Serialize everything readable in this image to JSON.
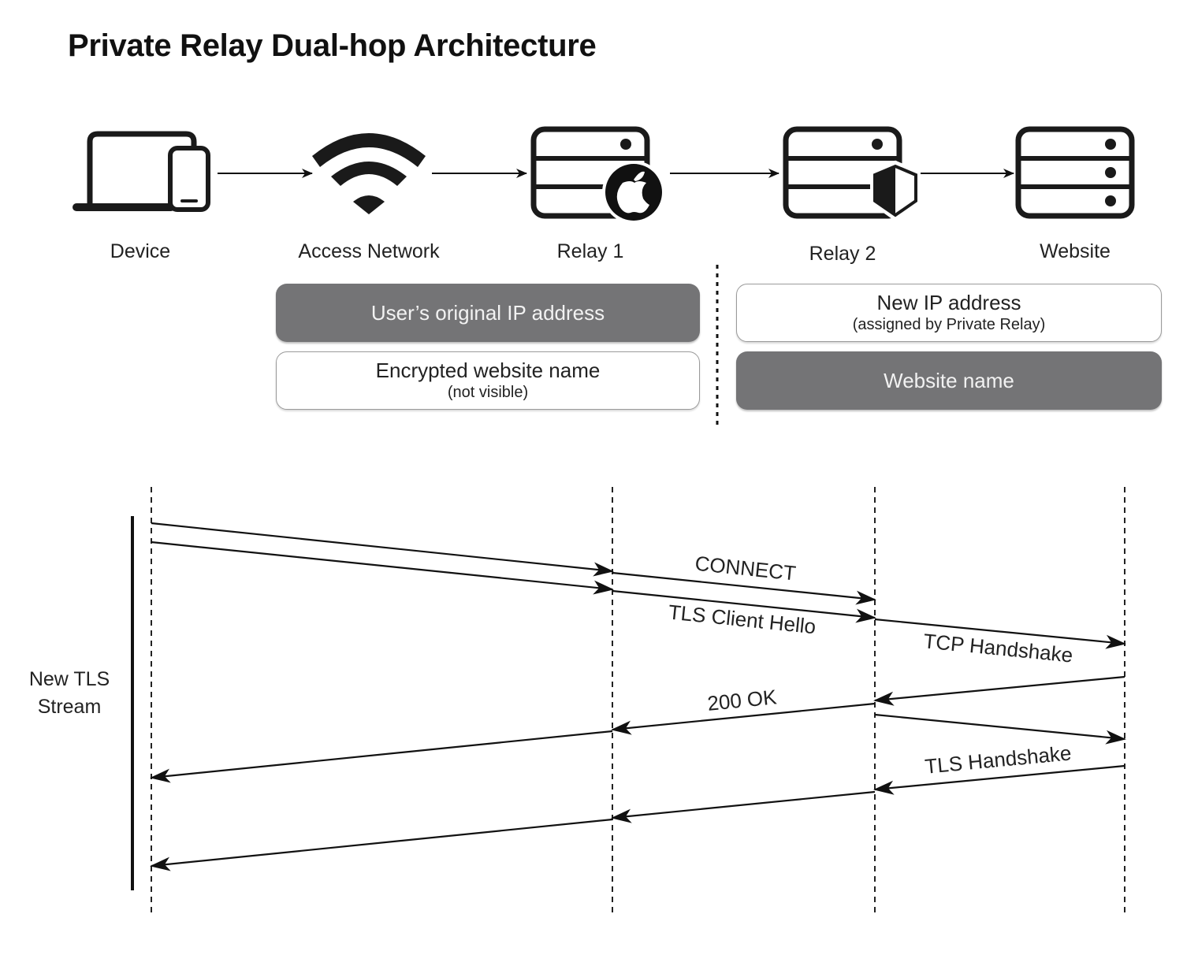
{
  "title": "Private Relay Dual-hop Architecture",
  "nodes": [
    {
      "label": "Device",
      "icon": "laptop-phone-icon"
    },
    {
      "label": "Access Network",
      "icon": "wifi-icon"
    },
    {
      "label": "Relay 1",
      "icon": "server-apple-icon"
    },
    {
      "label": "Relay 2",
      "icon": "server-shield-icon"
    },
    {
      "label": "Website",
      "icon": "server-icon"
    }
  ],
  "visibility": {
    "left": {
      "top": {
        "main": "User’s original IP address",
        "sub": "",
        "style": "dark"
      },
      "bottom": {
        "main": "Encrypted website name",
        "sub": "(not visible)",
        "style": "light"
      }
    },
    "right": {
      "top": {
        "main": "New IP address",
        "sub": "(assigned by Private Relay)",
        "style": "light"
      },
      "bottom": {
        "main": "Website name",
        "sub": "",
        "style": "dark"
      }
    }
  },
  "sequence": {
    "stream_label_line1": "New TLS",
    "stream_label_line2": "Stream",
    "lifelines": [
      "Device",
      "Relay 1",
      "Relay 2",
      "Website"
    ],
    "messages": [
      {
        "from": 0,
        "to": 1,
        "label": ""
      },
      {
        "from": 0,
        "to": 1,
        "label": ""
      },
      {
        "from": 1,
        "to": 2,
        "label": "CONNECT"
      },
      {
        "from": 1,
        "to": 2,
        "label": "TLS Client Hello"
      },
      {
        "from": 2,
        "to": 3,
        "label": "TCP Handshake"
      },
      {
        "from": 3,
        "to": 2,
        "label": ""
      },
      {
        "from": 2,
        "to": 1,
        "label": "200 OK"
      },
      {
        "from": 1,
        "to": 0,
        "label": ""
      },
      {
        "from": 2,
        "to": 3,
        "label": ""
      },
      {
        "from": 3,
        "to": 2,
        "label": "TLS Handshake"
      },
      {
        "from": 2,
        "to": 1,
        "label": ""
      },
      {
        "from": 1,
        "to": 0,
        "label": ""
      }
    ]
  }
}
